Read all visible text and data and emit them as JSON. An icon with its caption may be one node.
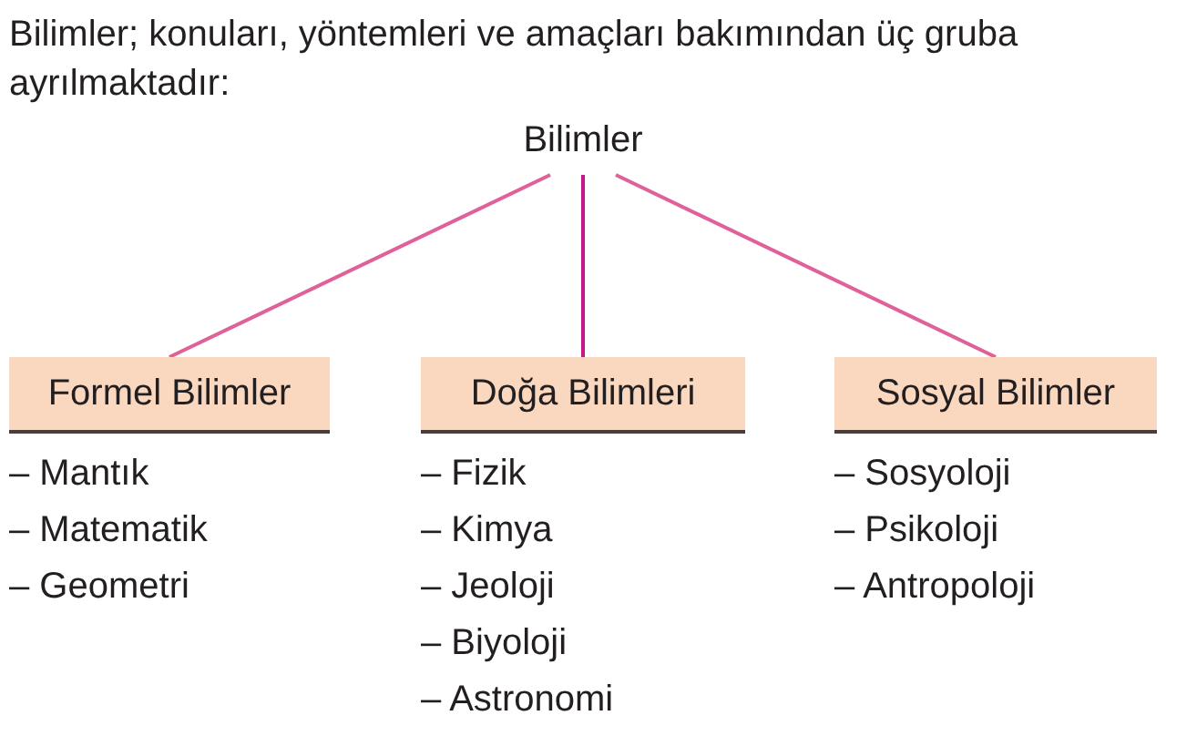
{
  "diagram": {
    "nodes": [
      {
        "text": [
          "Bilimler"
        ]
      },
      {
        "text": [
          "Formel Bilimler"
        ],
        "beside": [
          "– Mantık",
          "– Matematik",
          "– Geometri"
        ]
      },
      {
        "text": [
          "Doğa Bilimleri"
        ],
        "beside": [
          "– Fizik",
          "– Kimya",
          "– Jeoloji",
          "– Biyoloji",
          "– Astronomi"
        ]
      },
      {
        "text": [
          "Sosyal Bilimler"
        ],
        "beside": [
          "– Sosyoloji",
          "– Psikoloji",
          "– Antropoloji"
        ]
      }
    ],
    "edges": [
      {
        "from": 0,
        "to": 1,
        "arrow": "none"
      },
      {
        "from": 0,
        "to": 2,
        "arrow": "none",
        "color": "#c4198a"
      },
      {
        "from": 0,
        "to": 3,
        "arrow": "none"
      }
    ],
    "labels": [
      "Bilimler; konuları, yöntemleri ve amaçları bakımından üç gruba ayrılmaktadır:"
    ]
  }
}
